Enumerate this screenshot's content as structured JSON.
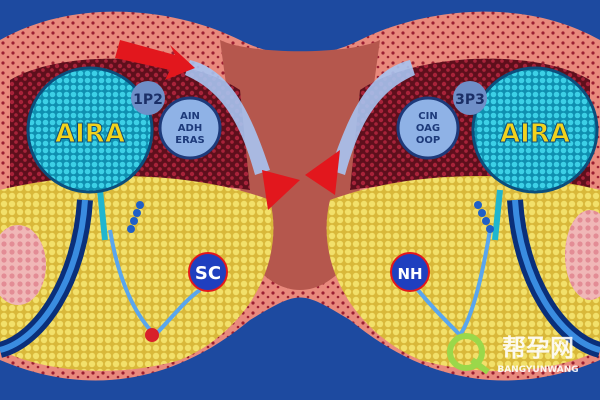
{
  "labels": {
    "left_hub": "AIRA",
    "right_hub": "AIRA",
    "left_small_circle": "1P2",
    "right_small_circle": "3P3",
    "left_bubble_line1": "AIN",
    "left_bubble_line2": "ADH",
    "left_bubble_line3": "ERAS",
    "right_bubble_line1": "CIN",
    "right_bubble_line2": "OAG",
    "right_bubble_line3": "OOP",
    "left_node": "SC",
    "right_node": "NH"
  },
  "watermark": {
    "chinese": "帮孕网",
    "latin": "BANGYUNWANG"
  },
  "colors": {
    "background": "#1d4aa0",
    "outer_tissue": "#e98a7d",
    "tissue_dots": "#9c1f33",
    "inner_red": "#7c1626",
    "yellow_fat": "#e9d35a",
    "cyan_hub": "#1fb6cf",
    "hub_label": "#f2d21c",
    "arrow_red": "#e2171d",
    "vessel_blue": "#1f5fc7"
  }
}
